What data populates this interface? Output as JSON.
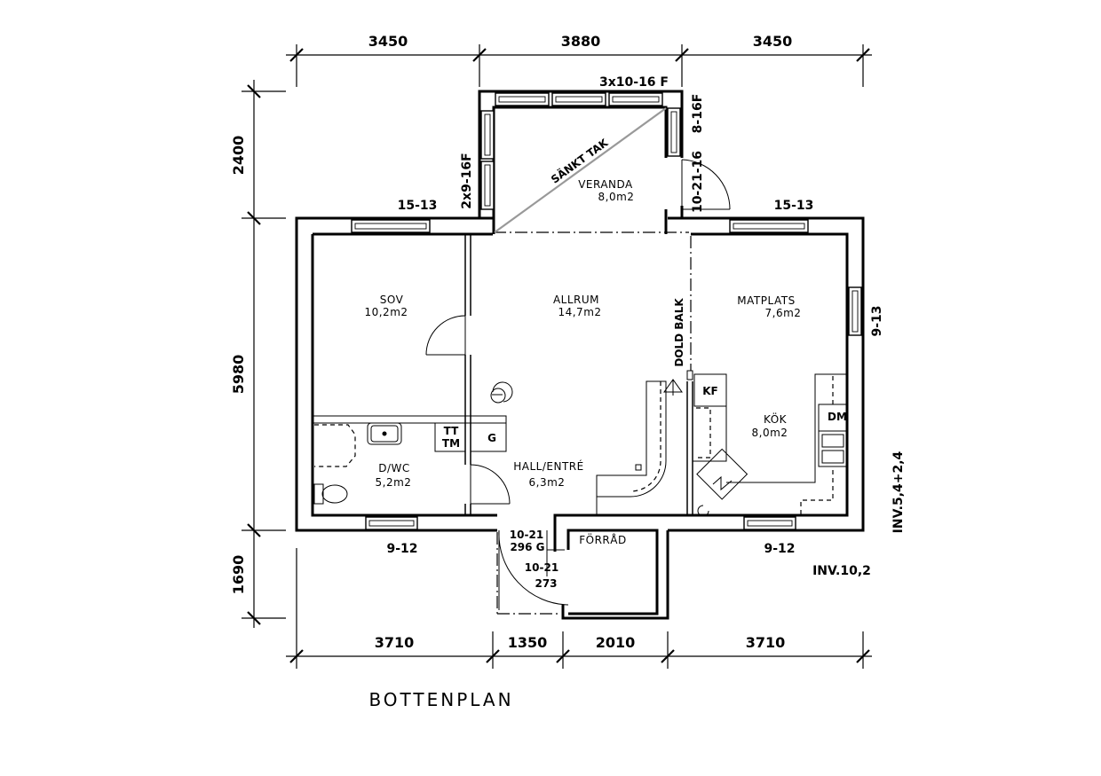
{
  "dimensions": {
    "top": [
      "3450",
      "3880",
      "3450"
    ],
    "bottom": [
      "3710",
      "1350",
      "2010",
      "3710"
    ],
    "left": [
      "2400",
      "5980",
      "1690"
    ]
  },
  "rooms": {
    "veranda": {
      "name": "VERANDA",
      "area": "8,0m2"
    },
    "sov": {
      "name": "SOV",
      "area": "10,2m2"
    },
    "allrum": {
      "name": "ALLRUM",
      "area": "14,7m2"
    },
    "matplats": {
      "name": "MATPLATS",
      "area": "7,6m2"
    },
    "kok": {
      "name": "KÖK",
      "area": "8,0m2"
    },
    "dwc": {
      "name": "D/WC",
      "area": "5,2m2"
    },
    "hall": {
      "name": "HALL/ENTRÉ",
      "area": "6,3m2"
    },
    "forrad": {
      "name": "FÖRRÅD"
    }
  },
  "windows": {
    "veranda_top": "3x10-16 F",
    "veranda_left": "2x9-16F",
    "veranda_right": "8-16F",
    "sov_top": "15-13",
    "matplats_top": "15-13",
    "matplats_right": "9-13",
    "dwc_bottom": "9-12",
    "kok_bottom": "9-12"
  },
  "doors": {
    "veranda": "10-21-16",
    "entry_1": "10-21",
    "entry_2": "296 G",
    "forrad_1": "10-21",
    "forrad_2": "273"
  },
  "labels": {
    "sankt_tak": "SÄNKT TAK",
    "dold_balk": "DOLD BALK",
    "tt": "TT",
    "tm": "TM",
    "g": "G",
    "kf": "KF",
    "dm": "DM",
    "inv_right": "INV.5,4+2,4",
    "inv_bottom": "INV.10,2"
  },
  "title": "BOTTENPLAN"
}
